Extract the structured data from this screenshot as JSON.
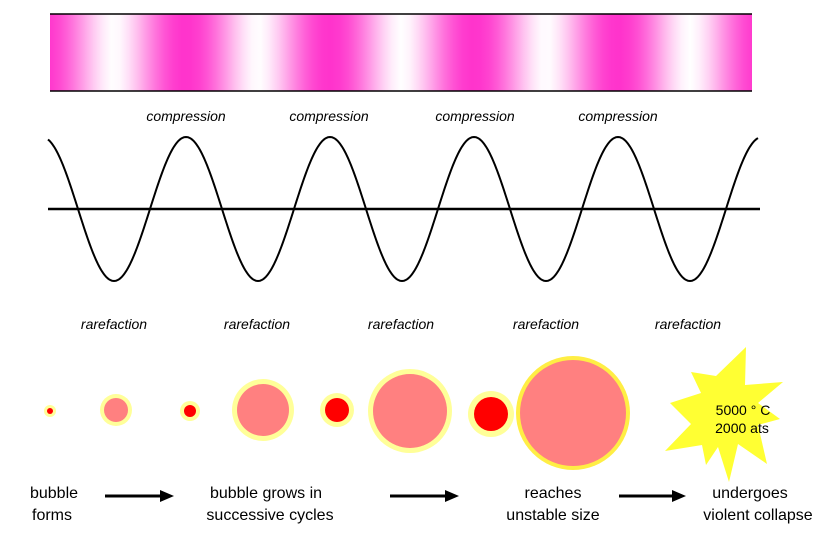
{
  "labels": {
    "compression": [
      "compression",
      "compression",
      "compression",
      "compression"
    ],
    "rarefaction": [
      "rarefaction",
      "rarefaction",
      "rarefaction",
      "rarefaction",
      "rarefaction"
    ]
  },
  "stages": [
    {
      "line1": "bubble",
      "line2": "forms"
    },
    {
      "line1": "bubble grows in",
      "line2": "successive cycles"
    },
    {
      "line1": "reaches",
      "line2": "unstable size"
    },
    {
      "line1": "undergoes",
      "line2": "violent collapse"
    }
  ],
  "collapse": {
    "temperature": "5000 ° C",
    "pressure": "2000 ats"
  },
  "bubble_phases": [
    "rarefaction",
    "compression",
    "rarefaction",
    "compression",
    "rarefaction",
    "compression",
    "rarefaction"
  ],
  "colors": {
    "magenta": "#ff33cc",
    "bubble_pink": "#ff8080",
    "bubble_red": "#ff0000",
    "bubble_halo": "#ffff99",
    "bubble_rim": "#ffee44",
    "star": "#ffff33",
    "ink": "#000000"
  }
}
